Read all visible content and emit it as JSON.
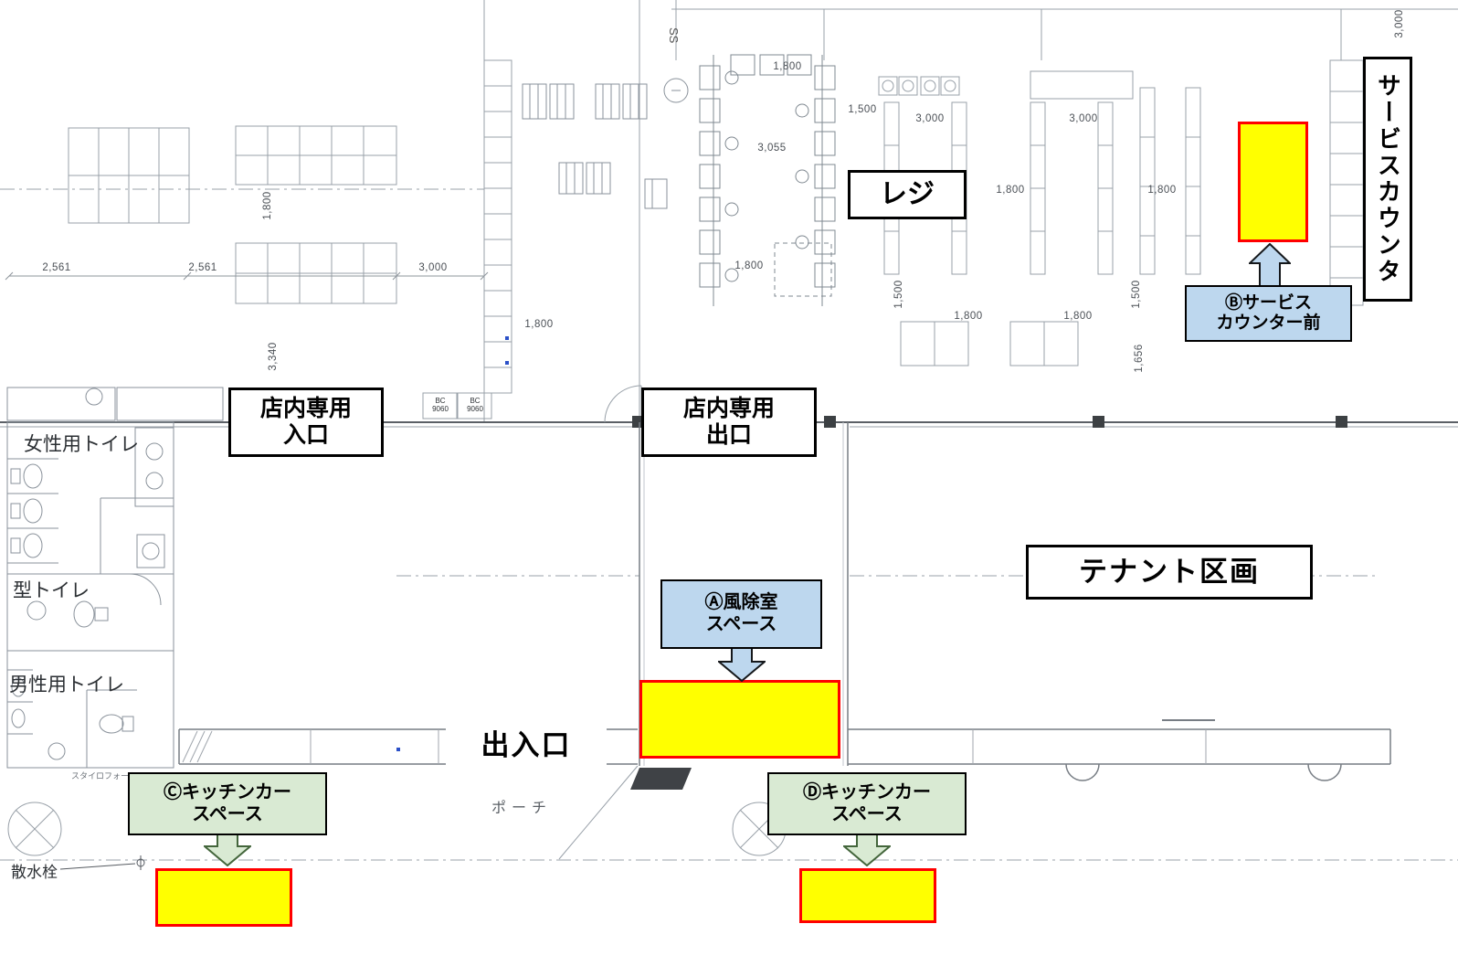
{
  "colors": {
    "highlight_fill": "#ffff00",
    "highlight_border": "#ff0000",
    "blue_label": "#bdd7ee",
    "green_label": "#d9ead3"
  },
  "annotations": {
    "register": "レジ",
    "service_counter": "サービスカウンタ",
    "service_counter_front": {
      "line1": "Ⓑサービス",
      "line2": "カウンター前"
    },
    "store_entrance": {
      "line1": "店内専用",
      "line2": "入口"
    },
    "store_exit": {
      "line1": "店内専用",
      "line2": "出口"
    },
    "tenant_section": "テナント区画",
    "windbreak_room": {
      "line1": "Ⓐ風除室",
      "line2": "スペース"
    },
    "entrance_exit": "出入口",
    "kitchen_car_c": {
      "line1": "Ⓒキッチンカー",
      "line2": "スペース"
    },
    "kitchen_car_d": {
      "line1": "Ⓓキッチンカー",
      "line2": "スペース"
    }
  },
  "plan": {
    "texts": {
      "womens_toilet": "女性用トイレ",
      "accessible_toilet": "型トイレ",
      "mens_toilet": "男性用トイレ",
      "porch": "ポーチ",
      "sprinkler": "散水栓",
      "ss_mark": "SS",
      "bc_left": "BC\n9060",
      "bc_right": "BC\n9060",
      "styrofoam": "スタイロフォーム"
    },
    "dims": [
      "2,561",
      "2,561",
      "3,000",
      "1,800",
      "3,340",
      "1,800",
      "1,500",
      "3,055",
      "1,800",
      "1,800",
      "3,000",
      "3,000",
      "1,800",
      "1,800",
      "1,500",
      "1,500",
      "1,800",
      "1,800",
      "1,656",
      "3,000"
    ]
  }
}
